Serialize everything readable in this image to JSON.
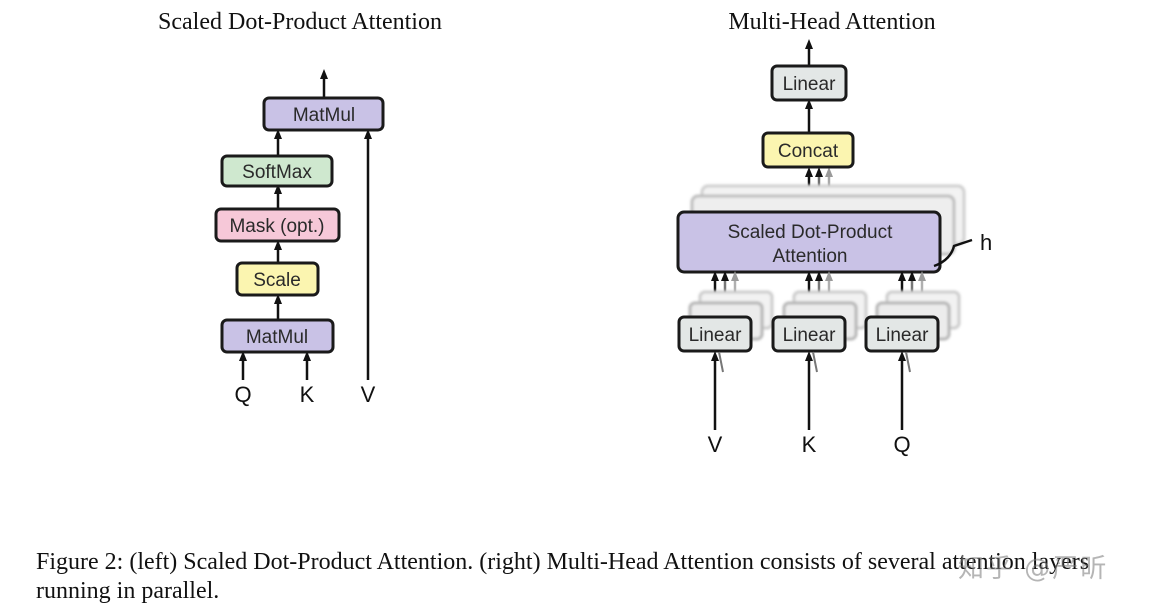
{
  "left": {
    "title": "Scaled Dot-Product Attention",
    "blocks": {
      "matmul_top": "MatMul",
      "softmax": "SoftMax",
      "mask": "Mask (opt.)",
      "scale": "Scale",
      "matmul_bottom": "MatMul"
    },
    "inputs": {
      "q": "Q",
      "k": "K",
      "v": "V"
    }
  },
  "right": {
    "title": "Multi-Head Attention",
    "blocks": {
      "linear_top": "Linear",
      "concat": "Concat",
      "attention_line1": "Scaled Dot-Product",
      "attention_line2": "Attention",
      "linear_v": "Linear",
      "linear_k": "Linear",
      "linear_q": "Linear"
    },
    "heads_label": "h",
    "inputs": {
      "v": "V",
      "k": "K",
      "q": "Q"
    }
  },
  "caption": "Figure 2: (left) Scaled Dot-Product Attention. (right) Multi-Head Attention consists of several attention layers running in parallel.",
  "watermark": "知乎 @严昕",
  "colors": {
    "matmul": "#c9c2e6",
    "softmax": "#cfe8cf",
    "mask": "#f6c8d8",
    "scale": "#fbf5b0",
    "concat": "#fbf5b0",
    "linear": "#e3e7e6",
    "attention": "#c9c2e6"
  }
}
